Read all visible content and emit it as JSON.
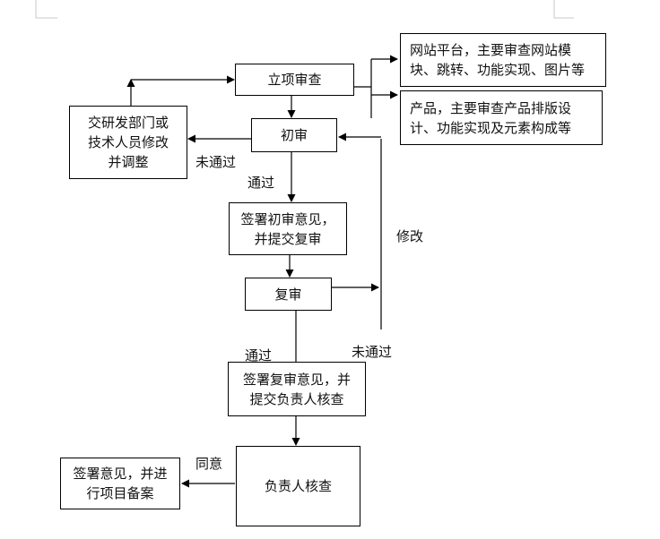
{
  "nodes": {
    "project_review": "立项审查",
    "website_note": "网站平台，主要审查网站模\n块、跳转、功能实现、图片等",
    "product_note": "产品，主要审查产品排版设\n计、功能实现及元素构成等",
    "dept_modify": "交研发部门或\n技术人员修改\n并调整",
    "initial_review": "初审",
    "sign_initial": "签署初审意见，\n并提交复审",
    "second_review": "复审",
    "sign_second": "签署复审意见，并\n提交负责人核查",
    "leader_check": "负责人核查",
    "sign_record": "签署意见，并进\n行项目备案"
  },
  "labels": {
    "not_passed_1": "未通过",
    "passed_1": "通过",
    "modify": "修改",
    "passed_2": "通过",
    "not_passed_2": "未通过",
    "agree": "同意"
  }
}
